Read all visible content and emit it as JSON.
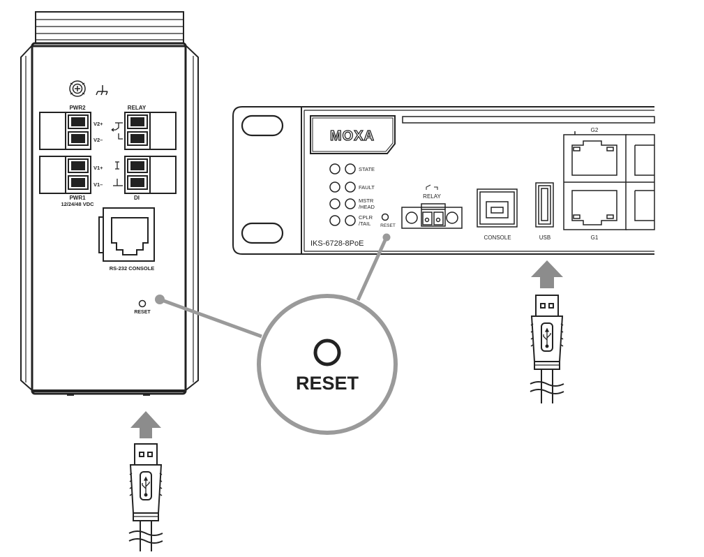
{
  "colors": {
    "outline": "#222222",
    "callout_gray": "#9a9a9a",
    "arrow_gray": "#8c8c8c",
    "background": "#ffffff"
  },
  "left_device": {
    "pwr2_label": "PWR2",
    "relay_label": "RELAY",
    "v2_plus": "V2+",
    "v2_minus": "V2–",
    "v1_plus": "V1+",
    "v1_minus": "V1–",
    "pwr1_label": "PWR1",
    "pwr1_voltage": "12/24/48 VDC",
    "di_label": "DI",
    "console_label": "RS-232 CONSOLE",
    "reset_label": "RESET"
  },
  "right_device": {
    "brand": "MOXA",
    "model": "IKS-6728-8PoE",
    "leds": [
      "STATE",
      "FAULT",
      "MSTR",
      "/HEAD",
      "CPLR",
      "/TAIL"
    ],
    "reset_label": "RESET",
    "relay_label": "RELAY",
    "console_label": "CONSOLE",
    "usb_label": "USB",
    "g1_label": "G1",
    "g2_label": "G2"
  },
  "callout": {
    "label": "RESET"
  }
}
